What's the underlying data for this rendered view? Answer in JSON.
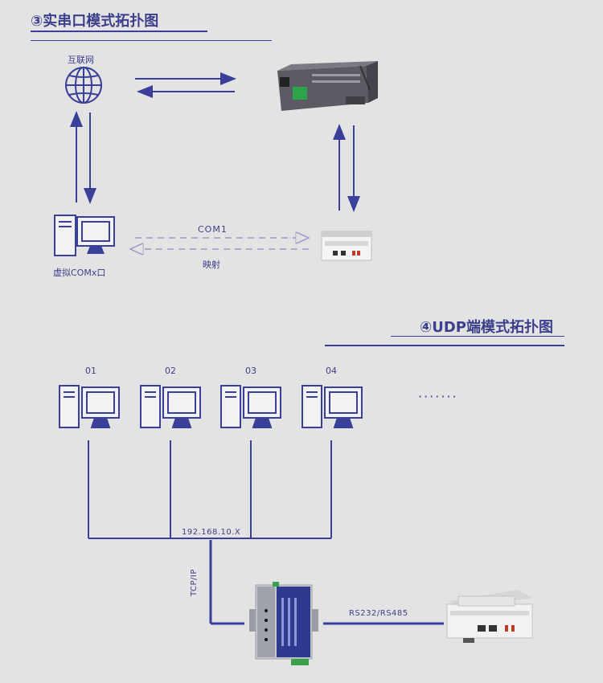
{
  "section3": {
    "title": "③实串口模式拓扑图",
    "internet_label": "互联网",
    "pc_label": "虚拟COMx口",
    "com_label": "COM1",
    "map_label": "映射"
  },
  "section4": {
    "title": "④UDP端模式拓扑图",
    "pcs": [
      "01",
      "02",
      "03",
      "04"
    ],
    "more": "·······",
    "ip_label": "192.168.10.X",
    "tcp_label": "TCP/IP",
    "serial_label": "RS232/RS485"
  },
  "colors": {
    "line": "#3a3f9a",
    "accent": "#2b2f8a",
    "background": "#e3e3e3"
  }
}
